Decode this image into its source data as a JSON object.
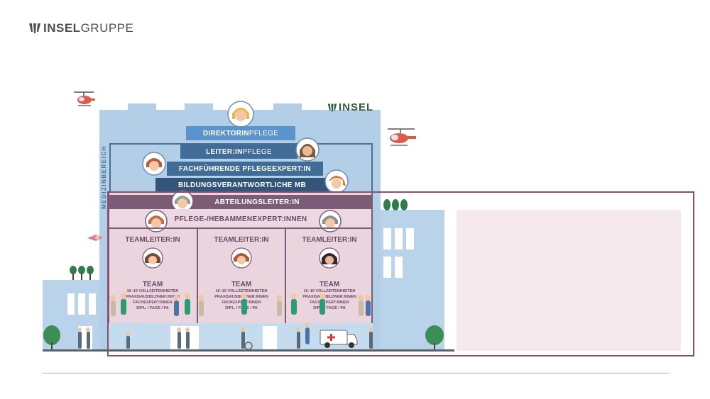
{
  "header": {
    "logo_bold": "INSEL",
    "logo_light": "GRUPPE"
  },
  "building": {
    "sign": "INSEL",
    "vertical_label": "MEDIZINBEREICH"
  },
  "org": {
    "direktorin": {
      "bold": "DIREKTORIN",
      "light": " PFLEGE"
    },
    "leiter": {
      "bold": "LEITER:IN",
      "light": " PFLEGE"
    },
    "fachfuehrende": "FACHFÜHRENDE PFLEGEEXPERT:IN",
    "bildung": "BILDUNGSVERANTWORTLICHE MB",
    "abteilungsleiter": "ABTEILUNGSLEITER:IN",
    "pflegeexpert": "PFLEGE-/HEBAMMENEXPERT:INNEN",
    "teams": [
      {
        "leader": "TEAMLEITER:IN",
        "team": "TEAM",
        "l1": "10–15 VOLLZEITEINHEITEN",
        "l2": "PRAXISAUSBILDNER:INNEN",
        "l3": "FACHEXPERT:INNEN",
        "l4": "DIPL. / FAGE / PA"
      },
      {
        "leader": "TEAMLEITER:IN",
        "team": "TEAM",
        "l1": "10–15 VOLLZEITEINHEITEN",
        "l2": "PRAXISAUSBILDNER:INNEN",
        "l3": "FACHEXPERT:INNEN",
        "l4": "DIPL. / FAGE / PA"
      },
      {
        "leader": "TEAMLEITER:IN",
        "team": "TEAM",
        "l1": "10–15 VOLLZEITEINHEITEN",
        "l2": "PRAXISAUSBILDNER:INNEN",
        "l3": "FACHEXPERT:INNEN",
        "l4": "DIPL. / FAGE / PA"
      }
    ]
  },
  "colors": {
    "bar_light": "#5b94cc",
    "bar_mid": "#3f6d97",
    "bar_dark": "#34557a",
    "abteilung": "#7c5b77",
    "highlight": "#8a4e6f",
    "building": "#b3cfe8",
    "side_panel": "#f6e9ee"
  },
  "icons": [
    "insel-logo-icon",
    "helicopter-icon",
    "tree-icon",
    "ambulance-icon",
    "person-icon"
  ]
}
